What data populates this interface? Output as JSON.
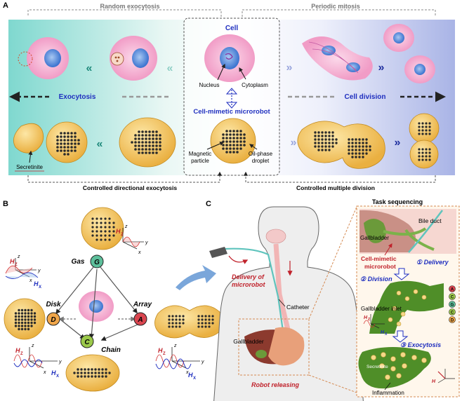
{
  "panel_a": {
    "letter": "A",
    "random_exocytosis": "Random exocytosis",
    "periodic_mitosis": "Periodic mitosis",
    "cell": "Cell",
    "nucleus": "Nucleus",
    "cytoplasm": "Cytoplasm",
    "exocytosis": "Exocytosis",
    "cell_division": "Cell division",
    "cell_mimetic_microrobot": "Cell-mimetic microrobot",
    "magnetic": "Magnetic",
    "particle": "particle",
    "oil_phase": "Oil-phase",
    "droplet": "droplet",
    "secretinite": "Secretinite",
    "controlled_exocytosis": "Controlled directional exocytosis",
    "controlled_division": "Controlled multiple division"
  },
  "panel_b": {
    "letter": "B",
    "gas": "Gas",
    "disk": "Disk",
    "array": "Array",
    "chain": "Chain",
    "g": "G",
    "d": "D",
    "a": "A",
    "c": "C",
    "hz": "H",
    "hz_sub": "Z",
    "hx": "H",
    "hx_sub": "X",
    "z": "z",
    "y": "y",
    "x": "x"
  },
  "panel_c": {
    "letter": "C",
    "task_sequencing": "Task sequencing",
    "delivery_of": "Delivery of",
    "microrobot": "microrobot",
    "catheter": "Catheter",
    "gallbladder": "Gallbladder",
    "robot_releasing": "Robot releasing",
    "bile_duct": "Bile duct",
    "gallbladder_inset": "Gallbladder",
    "cell_mimetic": "Cell-mimetic",
    "microrobot_inset": "microrobot",
    "delivery": "① Delivery",
    "division": "② Division",
    "gallbladder_inlet": "Gallbladder inlet",
    "exocytosis": "③ Exocytosis",
    "secretinite": "Secretinite",
    "inflammation": "Inflammation",
    "seq_letters": [
      "A",
      "C",
      "G",
      "C",
      "D"
    ]
  },
  "colors": {
    "accent_blue": "#1f2fbf",
    "accent_red": "#c0222b",
    "robot_fill": "#f5c65a",
    "cell_fill": "#f6bcd8",
    "nucleus": "#3a7fd5"
  }
}
